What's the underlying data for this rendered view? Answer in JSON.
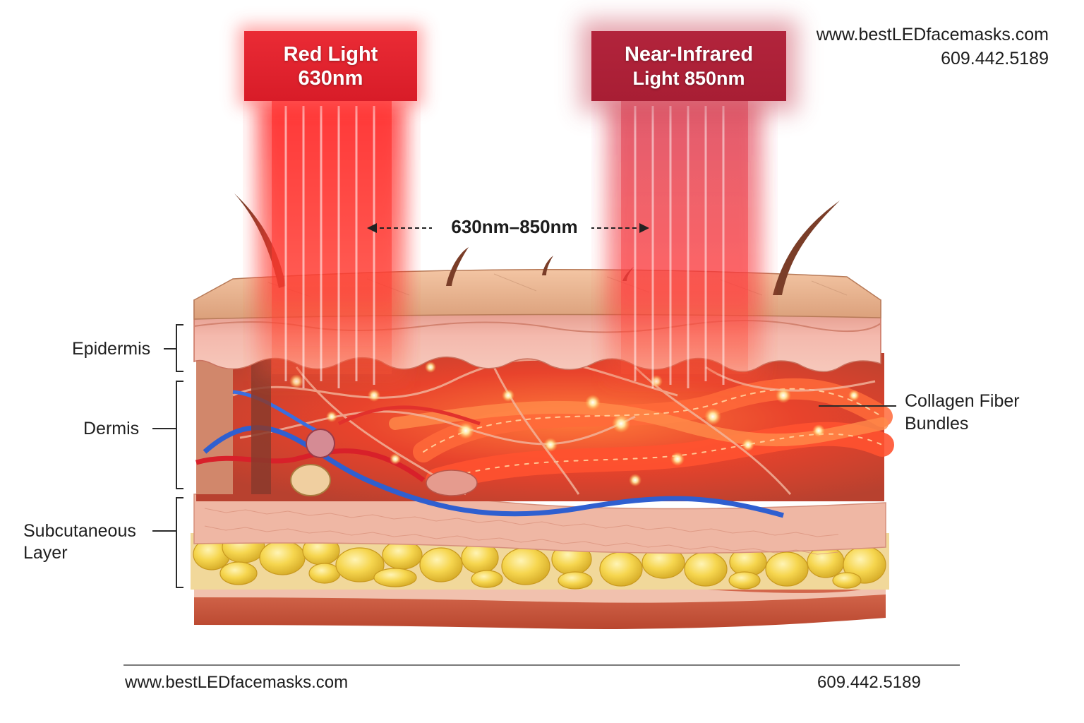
{
  "contact": {
    "website": "www.bestLEDfacemasks.com",
    "phone": "609.442.5189"
  },
  "lights": {
    "red": {
      "line1": "Red Light",
      "line2": "630nm",
      "color": "#e3232e"
    },
    "nir": {
      "line1": "Near-Infrared",
      "line2": "Light 850nm",
      "color": "#ad2038"
    }
  },
  "range_label": "630nm–850nm",
  "layers": {
    "epidermis": "Epidermis",
    "dermis": "Dermis",
    "subcutaneous_line1": "Subcutaneous",
    "subcutaneous_line2": "Layer"
  },
  "collagen": {
    "line1": "Collagen Fiber",
    "line2": "Bundles"
  },
  "colors": {
    "skin_surface": "#e6a47d",
    "epidermis": "#f2b9a9",
    "dermis_glow": "#ff5530",
    "fat": "#f3cf45",
    "muscle": "#c9523c",
    "vein": "#2f5fd0",
    "artery": "#d8202a"
  }
}
